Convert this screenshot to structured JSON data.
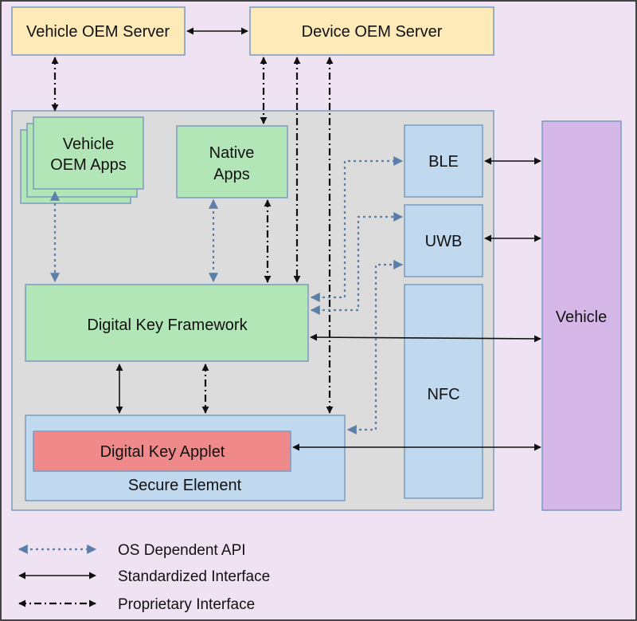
{
  "colors": {
    "background": "#efe2f2",
    "server": "#fdeab8",
    "device_area": "#dcdcdc",
    "app_green": "#b3e6b7",
    "radio_blue": "#c0d9ef",
    "applet_red": "#f08a8a",
    "vehicle_purple": "#d6b8e8",
    "border": "#7a9bc0",
    "os_api_arrow": "#5b7fa8"
  },
  "boxes": {
    "vehicle_oem_server": "Vehicle OEM Server",
    "device_oem_server": "Device OEM Server",
    "vehicle_oem_apps_line1": "Vehicle",
    "vehicle_oem_apps_line2": "OEM Apps",
    "native_apps_line1": "Native",
    "native_apps_line2": "Apps",
    "ble": "BLE",
    "uwb": "UWB",
    "nfc": "NFC",
    "vehicle": "Vehicle",
    "digital_key_framework": "Digital Key Framework",
    "digital_key_applet": "Digital Key Applet",
    "secure_element": "Secure Element"
  },
  "legend": [
    {
      "label": "OS Dependent API",
      "style": "dotted"
    },
    {
      "label": "Standardized Interface",
      "style": "solid"
    },
    {
      "label": "Proprietary Interface",
      "style": "dash-dot"
    }
  ]
}
